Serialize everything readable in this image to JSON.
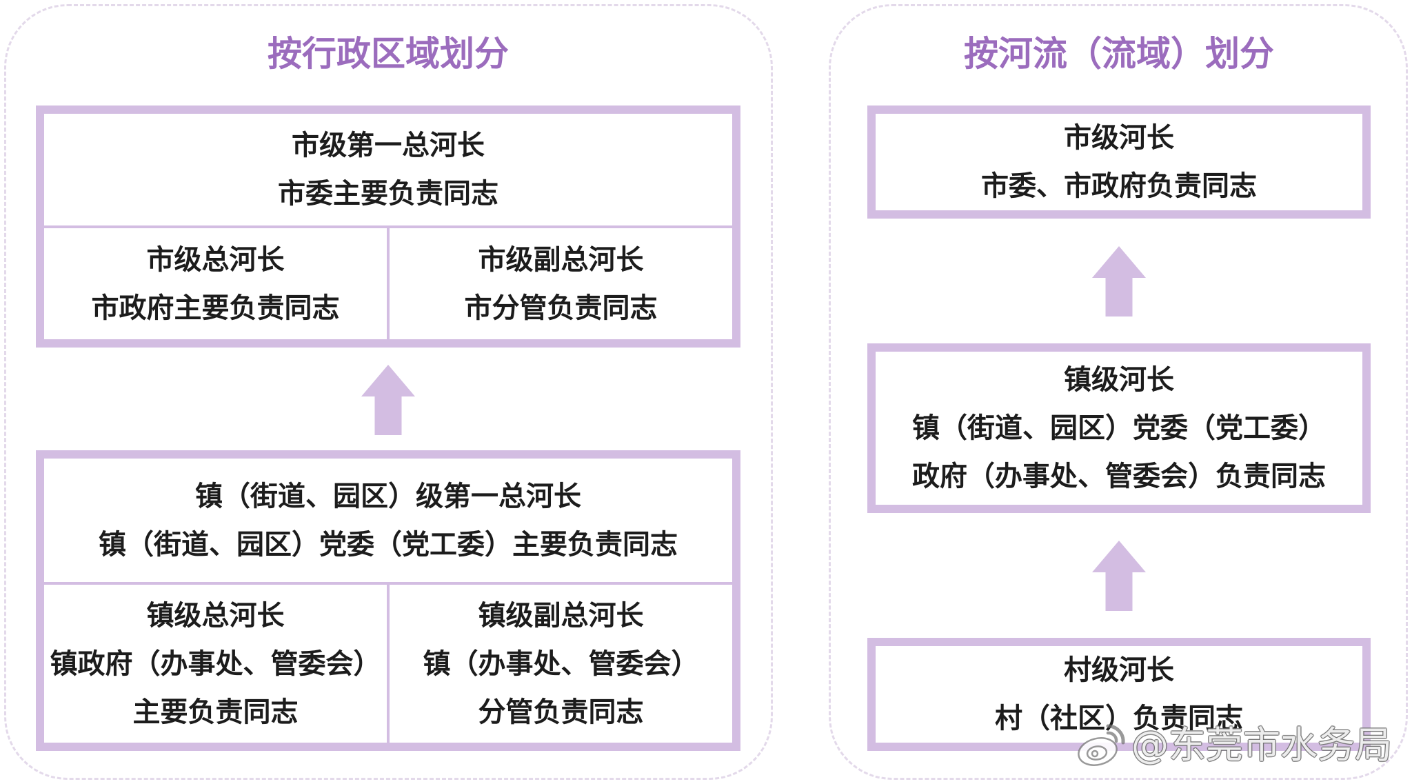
{
  "left_panel": {
    "title": "按行政区域划分",
    "city_box": {
      "top": {
        "title": "市级第一总河长",
        "desc": "市委主要负责同志"
      },
      "left": {
        "title": "市级总河长",
        "desc": "市政府主要负责同志"
      },
      "right": {
        "title": "市级副总河长",
        "desc": "市分管负责同志"
      }
    },
    "town_box": {
      "top": {
        "title": "镇（街道、园区）级第一总河长",
        "desc": "镇（街道、园区）党委（党工委）主要负责同志"
      },
      "left": {
        "title": "镇级总河长",
        "desc": [
          "镇政府（办事处、管委会）",
          "主要负责同志"
        ]
      },
      "right": {
        "title": "镇级副总河长",
        "desc": [
          "镇（办事处、管委会）",
          "分管负责同志"
        ]
      }
    }
  },
  "right_panel": {
    "title": "按河流（流域）划分",
    "levels": [
      {
        "title": "市级河长",
        "desc": [
          "市委、市政府负责同志"
        ]
      },
      {
        "title": "镇级河长",
        "desc": [
          "镇（街道、园区）党委（党工委）",
          "政府（办事处、管委会）负责同志"
        ]
      },
      {
        "title": "村级河长",
        "desc": [
          "村（社区）负责同志"
        ]
      }
    ]
  },
  "watermark": {
    "text": "@东莞市水务局",
    "icon": "weibo-logo-icon"
  },
  "icons": {
    "hierarchy_arrow": "up-arrow-icon"
  },
  "colors": {
    "title": "#9b6cbd",
    "box_border": "#d3bde2",
    "arrow": "#d3bde2",
    "panel_dash": "#e3d9ea",
    "text": "#1c1c1c"
  }
}
